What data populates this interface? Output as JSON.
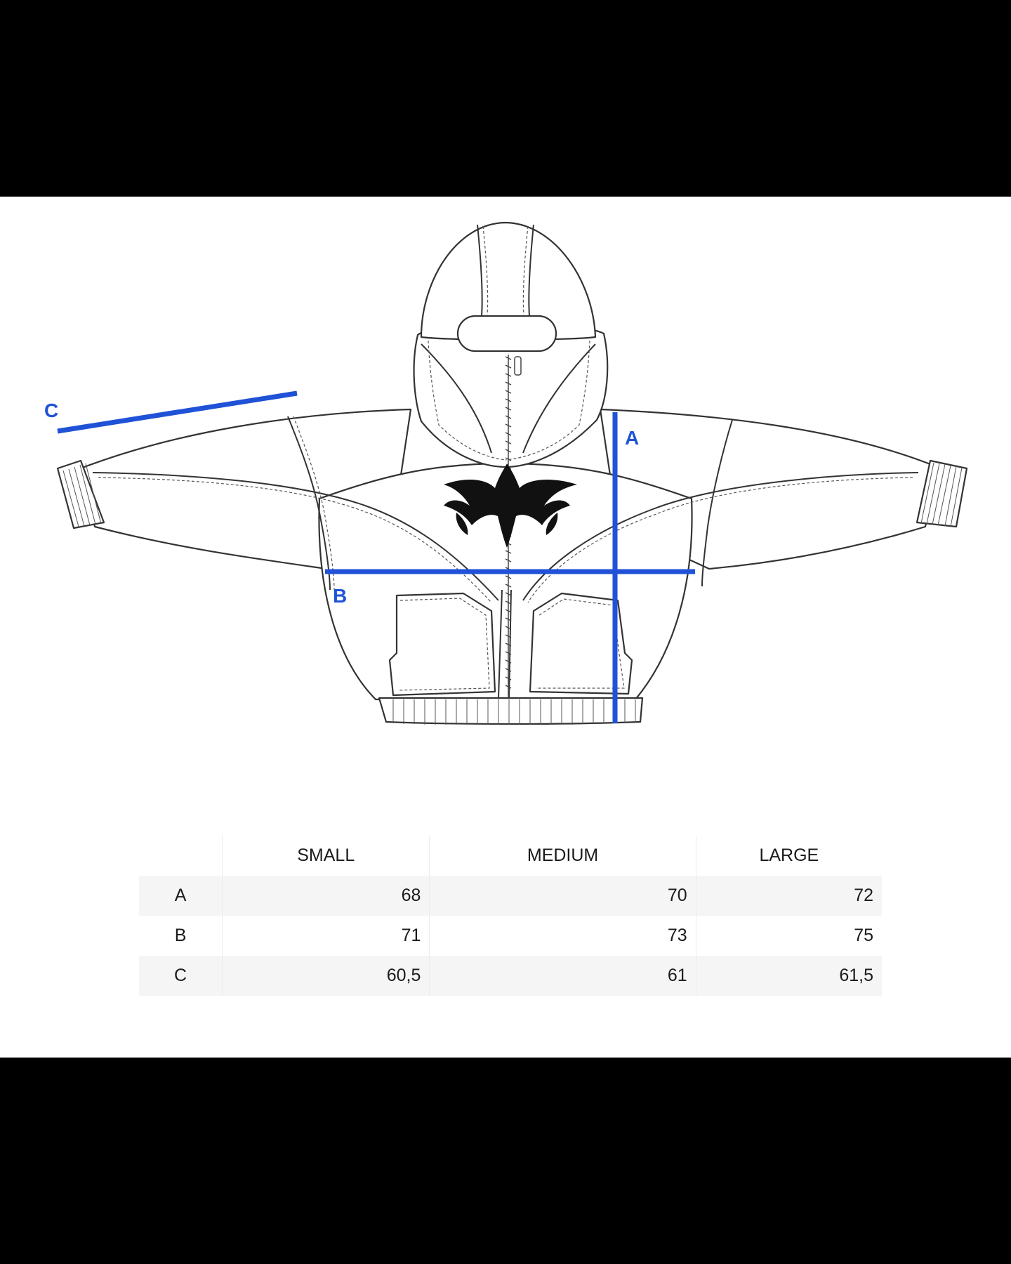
{
  "measurement_labels": {
    "a": "A",
    "b": "B",
    "c": "C"
  },
  "size_table": {
    "columns": [
      "SMALL",
      "MEDIUM",
      "LARGE"
    ],
    "rows": [
      {
        "label": "A",
        "values": [
          "68",
          "70",
          "72"
        ]
      },
      {
        "label": "B",
        "values": [
          "71",
          "73",
          "75"
        ]
      },
      {
        "label": "C",
        "values": [
          "60,5",
          "61",
          "61,5"
        ]
      }
    ]
  },
  "colors": {
    "measure_line": "#1f52d6",
    "garment_outline": "#333333",
    "page_frame": "#000000",
    "table_shade": "#f4f5f4"
  },
  "icons": [
    "hoodie-technical-drawing",
    "tribal-graphic"
  ]
}
